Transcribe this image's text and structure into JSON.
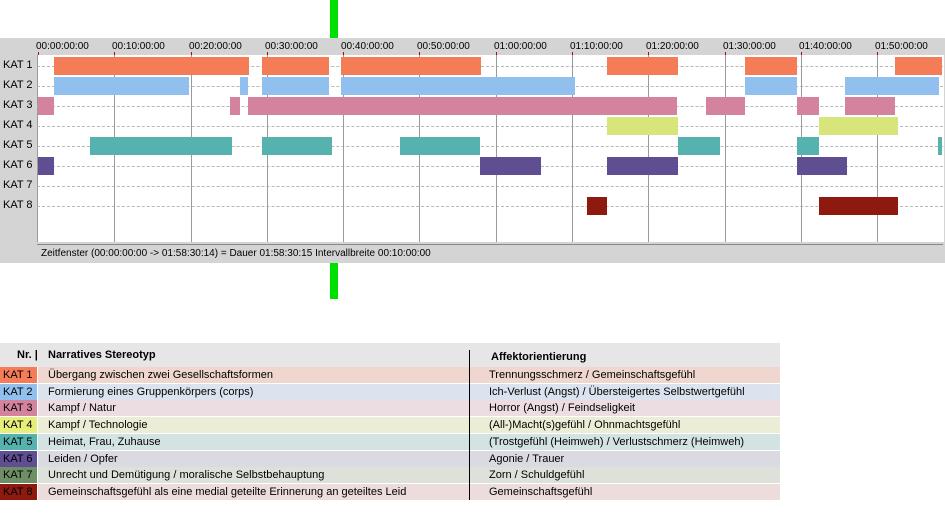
{
  "timeline": {
    "duration_sec": 7110,
    "tick_labels": [
      "00:00:00:00",
      "00:10:00:00",
      "00:20:00:00",
      "00:30:00:00",
      "00:40:00:00",
      "00:50:00:00",
      "01:00:00:00",
      "01:10:00:00",
      "01:20:00:00",
      "01:30:00:00",
      "01:40:00:00",
      "01:50:00:00"
    ],
    "tick_seconds": [
      0,
      600,
      1200,
      1800,
      2400,
      3000,
      3600,
      4200,
      4800,
      5400,
      6000,
      6600
    ],
    "rows": [
      "KAT 1",
      "KAT 2",
      "KAT 3",
      "KAT 4",
      "KAT 5",
      "KAT 6",
      "KAT 7",
      "KAT 8"
    ],
    "status": "Zeitfenster (00:00:00:00 -> 01:58:30:14) = Dauer 01:58:30:15    Intervallbreite 00:10:00:00",
    "segments": [
      {
        "row": 0,
        "start": 125,
        "end": 1655,
        "color": "#f47c56"
      },
      {
        "row": 0,
        "start": 1760,
        "end": 2290,
        "color": "#f47c56"
      },
      {
        "row": 0,
        "start": 2380,
        "end": 3485,
        "color": "#f47c56"
      },
      {
        "row": 0,
        "start": 4475,
        "end": 5030,
        "color": "#f47c56"
      },
      {
        "row": 0,
        "start": 5560,
        "end": 5970,
        "color": "#f47c56"
      },
      {
        "row": 0,
        "start": 6740,
        "end": 7110,
        "color": "#f47c56"
      },
      {
        "row": 1,
        "start": 125,
        "end": 1190,
        "color": "#92c0ee"
      },
      {
        "row": 1,
        "start": 1590,
        "end": 1655,
        "color": "#92c0ee"
      },
      {
        "row": 1,
        "start": 1760,
        "end": 2290,
        "color": "#92c0ee"
      },
      {
        "row": 1,
        "start": 2380,
        "end": 4220,
        "color": "#92c0ee"
      },
      {
        "row": 1,
        "start": 5560,
        "end": 5970,
        "color": "#92c0ee"
      },
      {
        "row": 1,
        "start": 6350,
        "end": 7090,
        "color": "#92c0ee"
      },
      {
        "row": 2,
        "start": 0,
        "end": 125,
        "color": "#d4839f"
      },
      {
        "row": 2,
        "start": 1510,
        "end": 1590,
        "color": "#d4839f"
      },
      {
        "row": 2,
        "start": 1655,
        "end": 5030,
        "color": "#d4839f"
      },
      {
        "row": 2,
        "start": 5255,
        "end": 5560,
        "color": "#d4839f"
      },
      {
        "row": 2,
        "start": 5970,
        "end": 6140,
        "color": "#d4839f"
      },
      {
        "row": 2,
        "start": 6350,
        "end": 6740,
        "color": "#d4839f"
      },
      {
        "row": 3,
        "start": 4475,
        "end": 5030,
        "color": "#d7e57a"
      },
      {
        "row": 3,
        "start": 6140,
        "end": 6760,
        "color": "#d7e57a"
      },
      {
        "row": 4,
        "start": 410,
        "end": 1530,
        "color": "#55b2ae"
      },
      {
        "row": 4,
        "start": 1760,
        "end": 2310,
        "color": "#55b2ae"
      },
      {
        "row": 4,
        "start": 2850,
        "end": 3480,
        "color": "#55b2ae"
      },
      {
        "row": 4,
        "start": 5030,
        "end": 5360,
        "color": "#55b2ae"
      },
      {
        "row": 4,
        "start": 5970,
        "end": 6140,
        "color": "#55b2ae"
      },
      {
        "row": 4,
        "start": 7080,
        "end": 7110,
        "color": "#55b2ae"
      },
      {
        "row": 5,
        "start": 0,
        "end": 125,
        "color": "#5f4e92"
      },
      {
        "row": 5,
        "start": 3480,
        "end": 3960,
        "color": "#5f4e92"
      },
      {
        "row": 5,
        "start": 4475,
        "end": 5030,
        "color": "#5f4e92"
      },
      {
        "row": 5,
        "start": 5970,
        "end": 6365,
        "color": "#5f4e92"
      },
      {
        "row": 7,
        "start": 4320,
        "end": 4475,
        "color": "#8e1a0f"
      },
      {
        "row": 7,
        "start": 6140,
        "end": 6760,
        "color": "#8e1a0f"
      }
    ]
  },
  "legend": {
    "header": {
      "nr": "Nr. |",
      "stereotype": "Narratives Stereotyp",
      "affekt": "Affektorientierung"
    },
    "rows": [
      {
        "kat": "KAT 1",
        "color": "#f47c56",
        "bg": "#efd6ce",
        "text": "Übergang zwischen zwei Gesellschaftsformen",
        "affekt": "Trennungsschmerz / Gemeinschaftsgefühl"
      },
      {
        "kat": "KAT 2",
        "color": "#92c0ee",
        "bg": "#dbe3ee",
        "text": "Formierung eines Gruppenkörpers (corps)",
        "affekt": "Ich-Verlust (Angst) / Übersteigertes Selbstwertgefühl"
      },
      {
        "kat": "KAT 3",
        "color": "#d4839f",
        "bg": "#ecdde2",
        "text": "Kampf / Natur",
        "affekt": "Horror (Angst) / Feindseligkeit"
      },
      {
        "kat": "KAT 4",
        "color": "#e6ef7a",
        "bg": "#ecedd6",
        "text": "Kampf / Technologie",
        "affekt": "(All-)Macht(s)gefühl / Ohnmachtsgefühl"
      },
      {
        "kat": "KAT 5",
        "color": "#55b2ae",
        "bg": "#d2e3e1",
        "text": "Heimat, Frau, Zuhause",
        "affekt": "(Trostgefühl (Heimweh) / Verlustschmerz (Heimweh)"
      },
      {
        "kat": "KAT 6",
        "color": "#5f4e92",
        "bg": "#dbdae3",
        "text": "Leiden / Opfer",
        "affekt": "Agonie / Trauer"
      },
      {
        "kat": "KAT 7",
        "color": "#6e8f66",
        "bg": "#dce2da",
        "text": "Unrecht und Demütigung / moralische Selbstbehauptung",
        "affekt": "Zorn / Schuldgefühl"
      },
      {
        "kat": "KAT 8",
        "color": "#8e1a0f",
        "bg": "#ecdcdc",
        "text": "Gemeinschaftsgefühl als eine medial geteilte Erinnerung an geteiltes Leid",
        "affekt": "Gemeinschaftsgefühl"
      }
    ]
  }
}
